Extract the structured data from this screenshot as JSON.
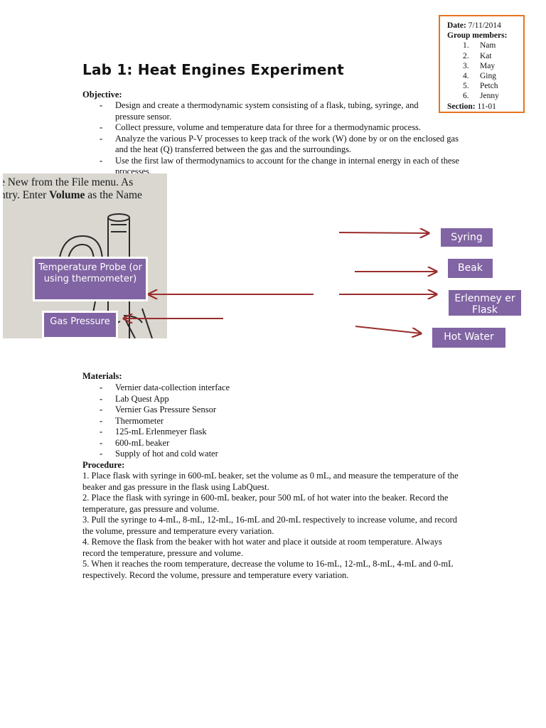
{
  "title": "Lab 1: Heat Engines Experiment",
  "info_box": {
    "date_label": "Date:",
    "date_value": "7/11/2014",
    "group_label": "Group members:",
    "members": [
      {
        "num": "1.",
        "name": "Nam"
      },
      {
        "num": "2.",
        "name": "Kat"
      },
      {
        "num": "3.",
        "name": "May"
      },
      {
        "num": "4.",
        "name": "Ging"
      },
      {
        "num": "5.",
        "name": "Petch"
      },
      {
        "num": "6.",
        "name": "Jenny"
      }
    ],
    "section_label": "Section:",
    "section_value": "11-01",
    "border_color": "#e8731f"
  },
  "objective": {
    "heading": "Objective:",
    "items": [
      "Design and create a thermodynamic system consisting of a flask, tubing, syringe, and pressure sensor.",
      "Collect pressure, volume and temperature data for three for a thermodynamic process.",
      "Analyze the various P-V processes to keep track of the work (W) done by or on the enclosed gas and the heat (Q) transferred between the gas and the surroundings.",
      "Use the first law of thermodynamics to account for the change in internal energy in each of these processes."
    ]
  },
  "photo": {
    "caption_line1": "e New from the File menu. As",
    "caption_line2_pre": "ntry. Enter ",
    "caption_line2_bold": "Volume",
    "caption_line2_post": " as the Name"
  },
  "labels": {
    "temperature_probe": "Temperature Probe (or using thermometer)",
    "gas_pressure": "Gas Pressure",
    "syringe": "Syring",
    "beaker": "Beak",
    "erlenmeyer": "Erlenmey er Flask",
    "hot_water": "Hot Water",
    "label_color": "#8164a3",
    "arrow_color": "#9b2d2d"
  },
  "materials": {
    "heading": "Materials:",
    "items": [
      "Vernier data-collection interface",
      "Lab Quest App",
      "Vernier Gas Pressure Sensor",
      "Thermometer",
      "125-mL Erlenmeyer flask",
      "600-mL beaker",
      "Supply of hot and cold water"
    ]
  },
  "procedure": {
    "heading": "Procedure:",
    "steps": [
      "1. Place flask with syringe in 600-mL beaker, set the volume as 0 mL, and measure the temperature of the beaker and gas pressure in the flask using LabQuest.",
      "2. Place the flask with syringe in 600-mL beaker, pour 500 mL of hot water into the beaker. Record the temperature, gas pressure and volume.",
      "3. Pull the syringe to 4-mL, 8-mL, 12-mL, 16-mL and 20-mL respectively to increase volume, and record the volume, pressure and temperature every variation.",
      "4. Remove the flask from the beaker with hot water and place it outside at room temperature. Always record the temperature, pressure and volume.",
      "5. When it reaches the room temperature, decrease the volume to 16-mL, 12-mL, 8-mL, 4-mL and 0-mL respectively. Record the volume, pressure and temperature every variation."
    ]
  }
}
